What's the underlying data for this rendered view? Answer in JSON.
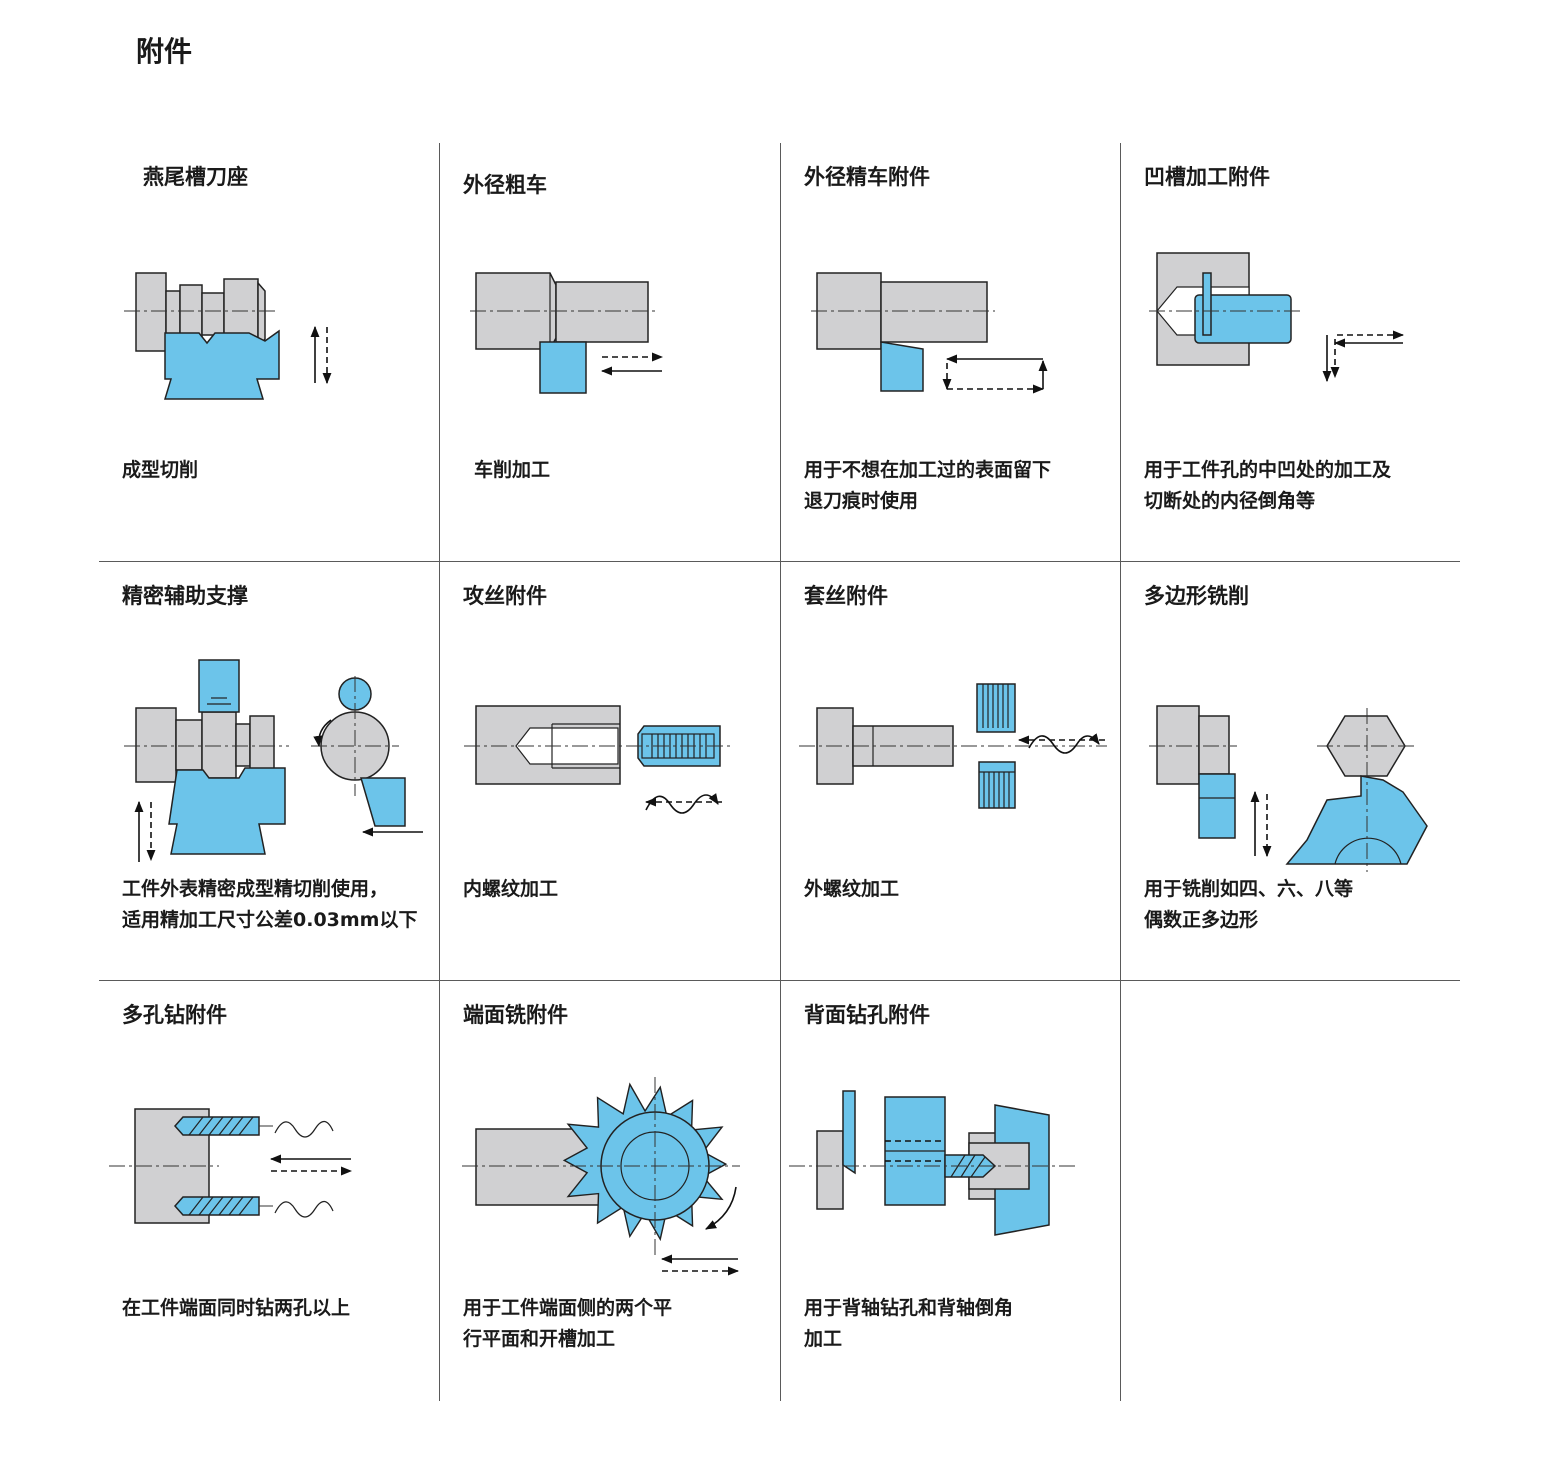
{
  "page": {
    "title": "附件"
  },
  "cells": [
    {
      "title": "燕尾槽刀座",
      "desc": "成型切削"
    },
    {
      "title": "外径粗车",
      "desc": "车削加工"
    },
    {
      "title": "外径精车附件",
      "desc": "用于不想在加工过的表面留下\n退刀痕时使用"
    },
    {
      "title": "凹槽加工附件",
      "desc": "用于工件孔的中凹处的加工及\n切断处的内径倒角等"
    },
    {
      "title": "精密辅助支撑",
      "desc": "工件外表精密成型精切削使用，\n适用精加工尺寸公差0.03mm以下"
    },
    {
      "title": "攻丝附件",
      "desc": "内螺纹加工"
    },
    {
      "title": "套丝附件",
      "desc": "外螺纹加工"
    },
    {
      "title": "多边形铣削",
      "desc": "用于铣削如四、六、八等\n偶数正多边形"
    },
    {
      "title": "多孔钻附件",
      "desc": "在工件端面同时钻两孔以上"
    },
    {
      "title": "端面铣附件",
      "desc": "用于工件端面侧的两个平\n行平面和开槽加工"
    },
    {
      "title": "背面钻孔附件",
      "desc": "用于背轴钻孔和背轴倒角\n加工"
    }
  ],
  "colors": {
    "tool_blue": "#6cc4ea",
    "workpiece_grey": "#d0d0d2",
    "grid_line": "#5a5a5a"
  }
}
